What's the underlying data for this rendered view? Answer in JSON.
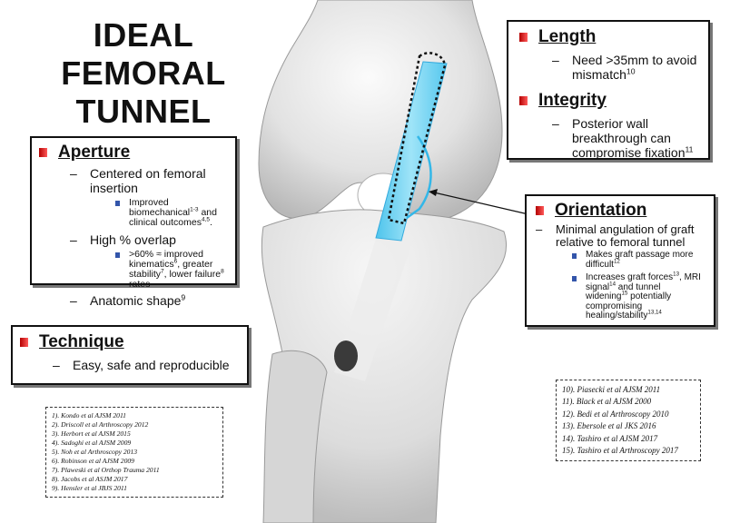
{
  "title": {
    "line1": "IDEAL FEMORAL",
    "line2": "TUNNEL"
  },
  "length": {
    "heading": "Length",
    "point": "Need >35mm to avoid",
    "point2": "mismatch",
    "ref": "10"
  },
  "integrity": {
    "heading": "Integrity",
    "line1": "Posterior wall",
    "line2": "breakthrough can",
    "line3": "compromise fixation",
    "ref": "11"
  },
  "aperture": {
    "heading": "Aperture",
    "p1a": "Centered on femoral",
    "p1b": "insertion",
    "s1a": "Improved",
    "s1b": "biomechanical",
    "s1b_ref": "1-3",
    "s1b_rest": " and",
    "s1c": "clinical outcomes",
    "s1c_ref": "4,5",
    "s1c_end": ".",
    "p2": "High % overlap",
    "s2a": ">60%  ≈ improved",
    "s2b": "kinematics",
    "s2b_ref": "6",
    "s2b_rest": ", greater",
    "s2c": "stability",
    "s2c_ref": "7",
    "s2c_rest": ", lower failure",
    "s2c_ref2": "8",
    "s2d": "rates",
    "p3": "Anatomic shape",
    "p3_ref": "9"
  },
  "orientation": {
    "heading": "Orientation",
    "p1a": "Minimal angulation of graft",
    "p1b": "relative to femoral tunnel",
    "s1a": "Makes graft passage more",
    "s1b": "difficult",
    "s1b_ref": "12",
    "s2a": "Increases graft forces",
    "s2a_ref": "13",
    "s2a_rest": ",  MRI",
    "s2b": "signal",
    "s2b_ref": "14",
    "s2b_rest": " and tunnel",
    "s2c": "widening",
    "s2c_ref": "15",
    "s2c_rest": " potentially",
    "s2d": "compromising",
    "s2e": "healing/stability",
    "s2e_ref": "13,14"
  },
  "technique": {
    "heading": "Technique",
    "point": "Easy, safe and reproducible"
  },
  "refs_left": [
    "1). Kondo et al AJSM 2011",
    "2). Driscoll et al Arthroscopy 2012",
    "3). Herbort et al AJSM 2015",
    "4). Sadoghi et al AJSM 2009",
    "5). Noh et al Arthroscopy 2013",
    "6). Robinson et al AJSM 2009",
    "7). Plaweski et al Orthop Trauma 2011",
    "8). Jacobs et al ASJM 2017",
    "9). Hensler et al JBJS 2011"
  ],
  "refs_right": [
    "10). Piasecki et al AJSM 2011",
    "11). Black et al AJSM 2000",
    "12). Bedi et al Arthroscopy 2010",
    "13). Ebersole et al JKS 2016",
    "14). Tashiro et al AJSM 2017",
    "15). Tashiro et al Arthroscopy  2017"
  ],
  "colors": {
    "bullet": "#cc1111",
    "tunnel": "#6fd3f2",
    "bone": "#d9d9d9"
  }
}
